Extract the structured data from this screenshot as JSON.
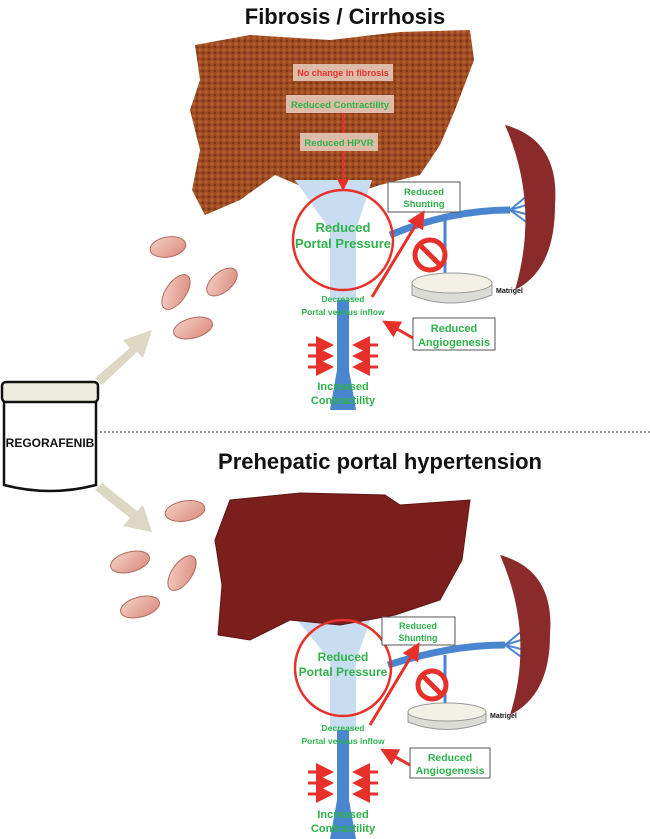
{
  "titles": {
    "top": "Fibrosis / Cirrhosis",
    "bottom": "Prehepatic portal hypertension"
  },
  "drug": {
    "label": "REGORAFENIB"
  },
  "top_panel": {
    "no_change_fibrosis": "No change in fibrosis",
    "reduced_contractility": "Reduced Contractility",
    "reduced_hpvr": "Reduced HPVR",
    "portal_pressure": [
      "Reduced",
      "Portal Pressure"
    ],
    "shunting": [
      "Reduced",
      "Shunting"
    ],
    "matrigel": "Matrigel",
    "inflow": [
      "Decreased",
      "Portal venous inflow"
    ],
    "angiogenesis": [
      "Reduced",
      "Angiogenesis"
    ],
    "contractility": [
      "Increased",
      "Contractility"
    ]
  },
  "bottom_panel": {
    "portal_pressure": [
      "Reduced",
      "Portal Pressure"
    ],
    "shunting": [
      "Reduced",
      "Shunting"
    ],
    "matrigel": "Matrigel",
    "inflow": [
      "Decreased",
      "Portal venous inflow"
    ],
    "angiogenesis": [
      "Reduced",
      "Angiogenesis"
    ],
    "contractility": [
      "Increased",
      "Contractility"
    ]
  },
  "colors": {
    "red": "#e8302a",
    "green": "#2db34a",
    "vessel": "#4a86d0",
    "vessel_light": "#c8dcf2",
    "fibrotic_liver": "#9c4a22",
    "healthy_liver": "#7a1f1c",
    "arrow_beige": "#dcd8c4"
  }
}
